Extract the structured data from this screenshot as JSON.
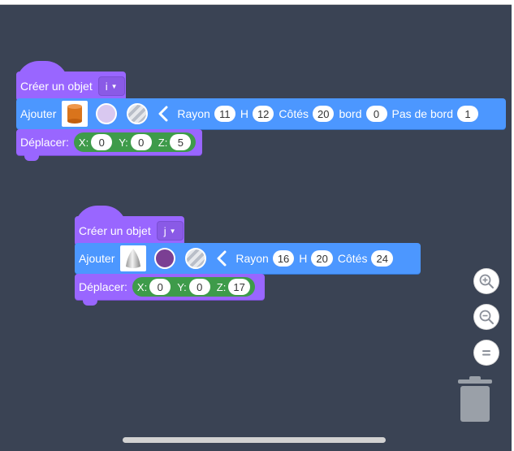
{
  "blocks": [
    {
      "create_label": "Créer un objet",
      "variable": "i",
      "add_label": "Ajouter",
      "shape_icon": "cylinder-icon",
      "color": "#d9c8f0",
      "texture_icon": "striped-texture-icon",
      "params": [
        {
          "label": "Rayon",
          "value": "11"
        },
        {
          "label": "H",
          "value": "12"
        },
        {
          "label": "Côtés",
          "value": "20"
        },
        {
          "label": "bord",
          "value": "0"
        },
        {
          "label": "Pas de bord",
          "value": "1"
        }
      ],
      "move_label": "Déplacer:",
      "x_label": "X:",
      "x": "0",
      "y_label": "Y:",
      "y": "0",
      "z_label": "Z:",
      "z": "5"
    },
    {
      "create_label": "Créer un objet",
      "variable": "j",
      "add_label": "Ajouter",
      "shape_icon": "cone-icon",
      "color": "#7b3f93",
      "texture_icon": "striped-texture-icon",
      "params": [
        {
          "label": "Rayon",
          "value": "16"
        },
        {
          "label": "H",
          "value": "20"
        },
        {
          "label": "Côtés",
          "value": "24"
        }
      ],
      "move_label": "Déplacer:",
      "x_label": "X:",
      "x": "0",
      "y_label": "Y:",
      "y": "0",
      "z_label": "Z:",
      "z": "17"
    }
  ],
  "controls": {
    "zoom_in_icon": "zoom-in-icon",
    "zoom_out_icon": "zoom-out-icon",
    "reset_zoom_icon": "reset-zoom-icon",
    "trash_icon": "trash-icon"
  },
  "colors": {
    "workspace": "#3a4354",
    "hat_block": "#9966ff",
    "add_block": "#4c97ff",
    "position_pill": "#3e9b4a"
  }
}
